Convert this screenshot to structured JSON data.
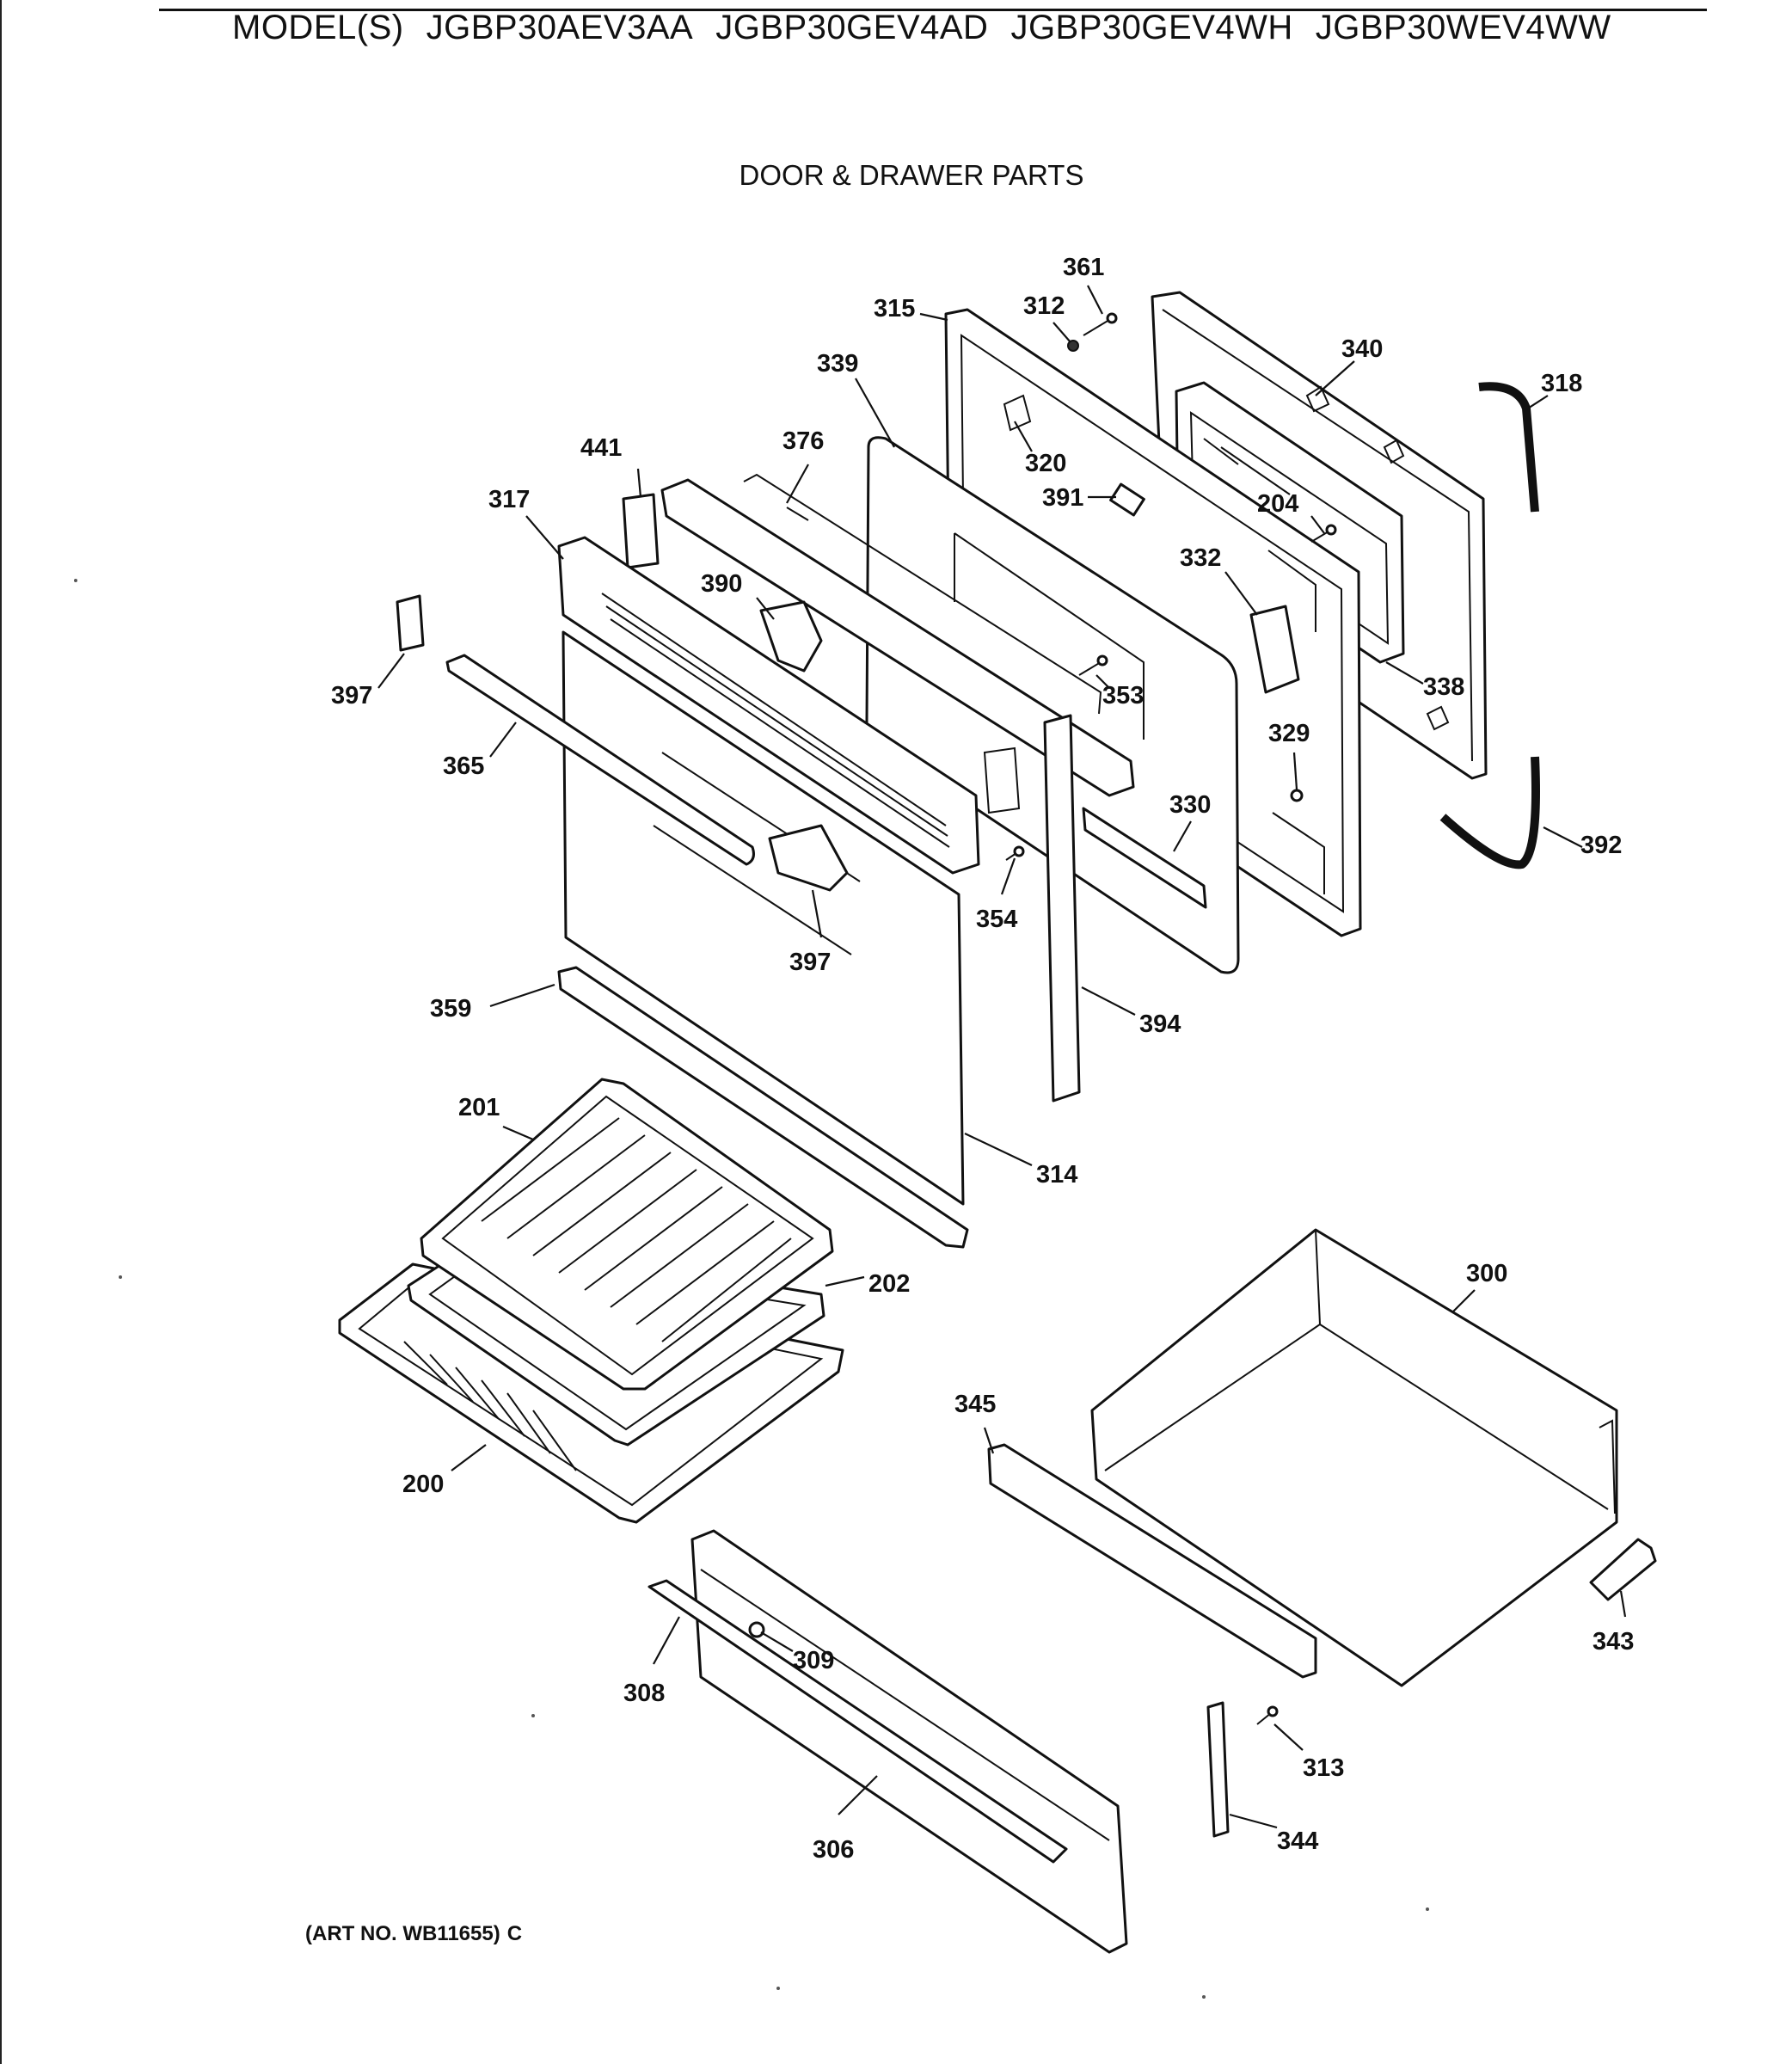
{
  "header": {
    "models_label": "MODEL(S)",
    "models": [
      "JGBP30AEV3AA",
      "JGBP30GEV4AD",
      "JGBP30GEV4WH",
      "JGBP30WEV4WW"
    ]
  },
  "title": "DOOR & DRAWER PARTS",
  "art_number": {
    "label": "(ART NO. WB11655)",
    "code": "C"
  },
  "callouts": {
    "c361": "361",
    "c312": "312",
    "c315": "315",
    "c340": "340",
    "c318": "318",
    "c339": "339",
    "c441": "441",
    "c376": "376",
    "c320": "320",
    "c391": "391",
    "c317": "317",
    "c204": "204",
    "c390": "390",
    "c332": "332",
    "c397a": "397",
    "c353": "353",
    "c338": "338",
    "c329": "329",
    "c365": "365",
    "c330": "330",
    "c392": "392",
    "c354": "354",
    "c397b": "397",
    "c359": "359",
    "c394": "394",
    "c201": "201",
    "c314": "314",
    "c300": "300",
    "c202": "202",
    "c345": "345",
    "c200": "200",
    "c343": "343",
    "c309": "309",
    "c308": "308",
    "c313": "313",
    "c306": "306",
    "c344": "344"
  }
}
